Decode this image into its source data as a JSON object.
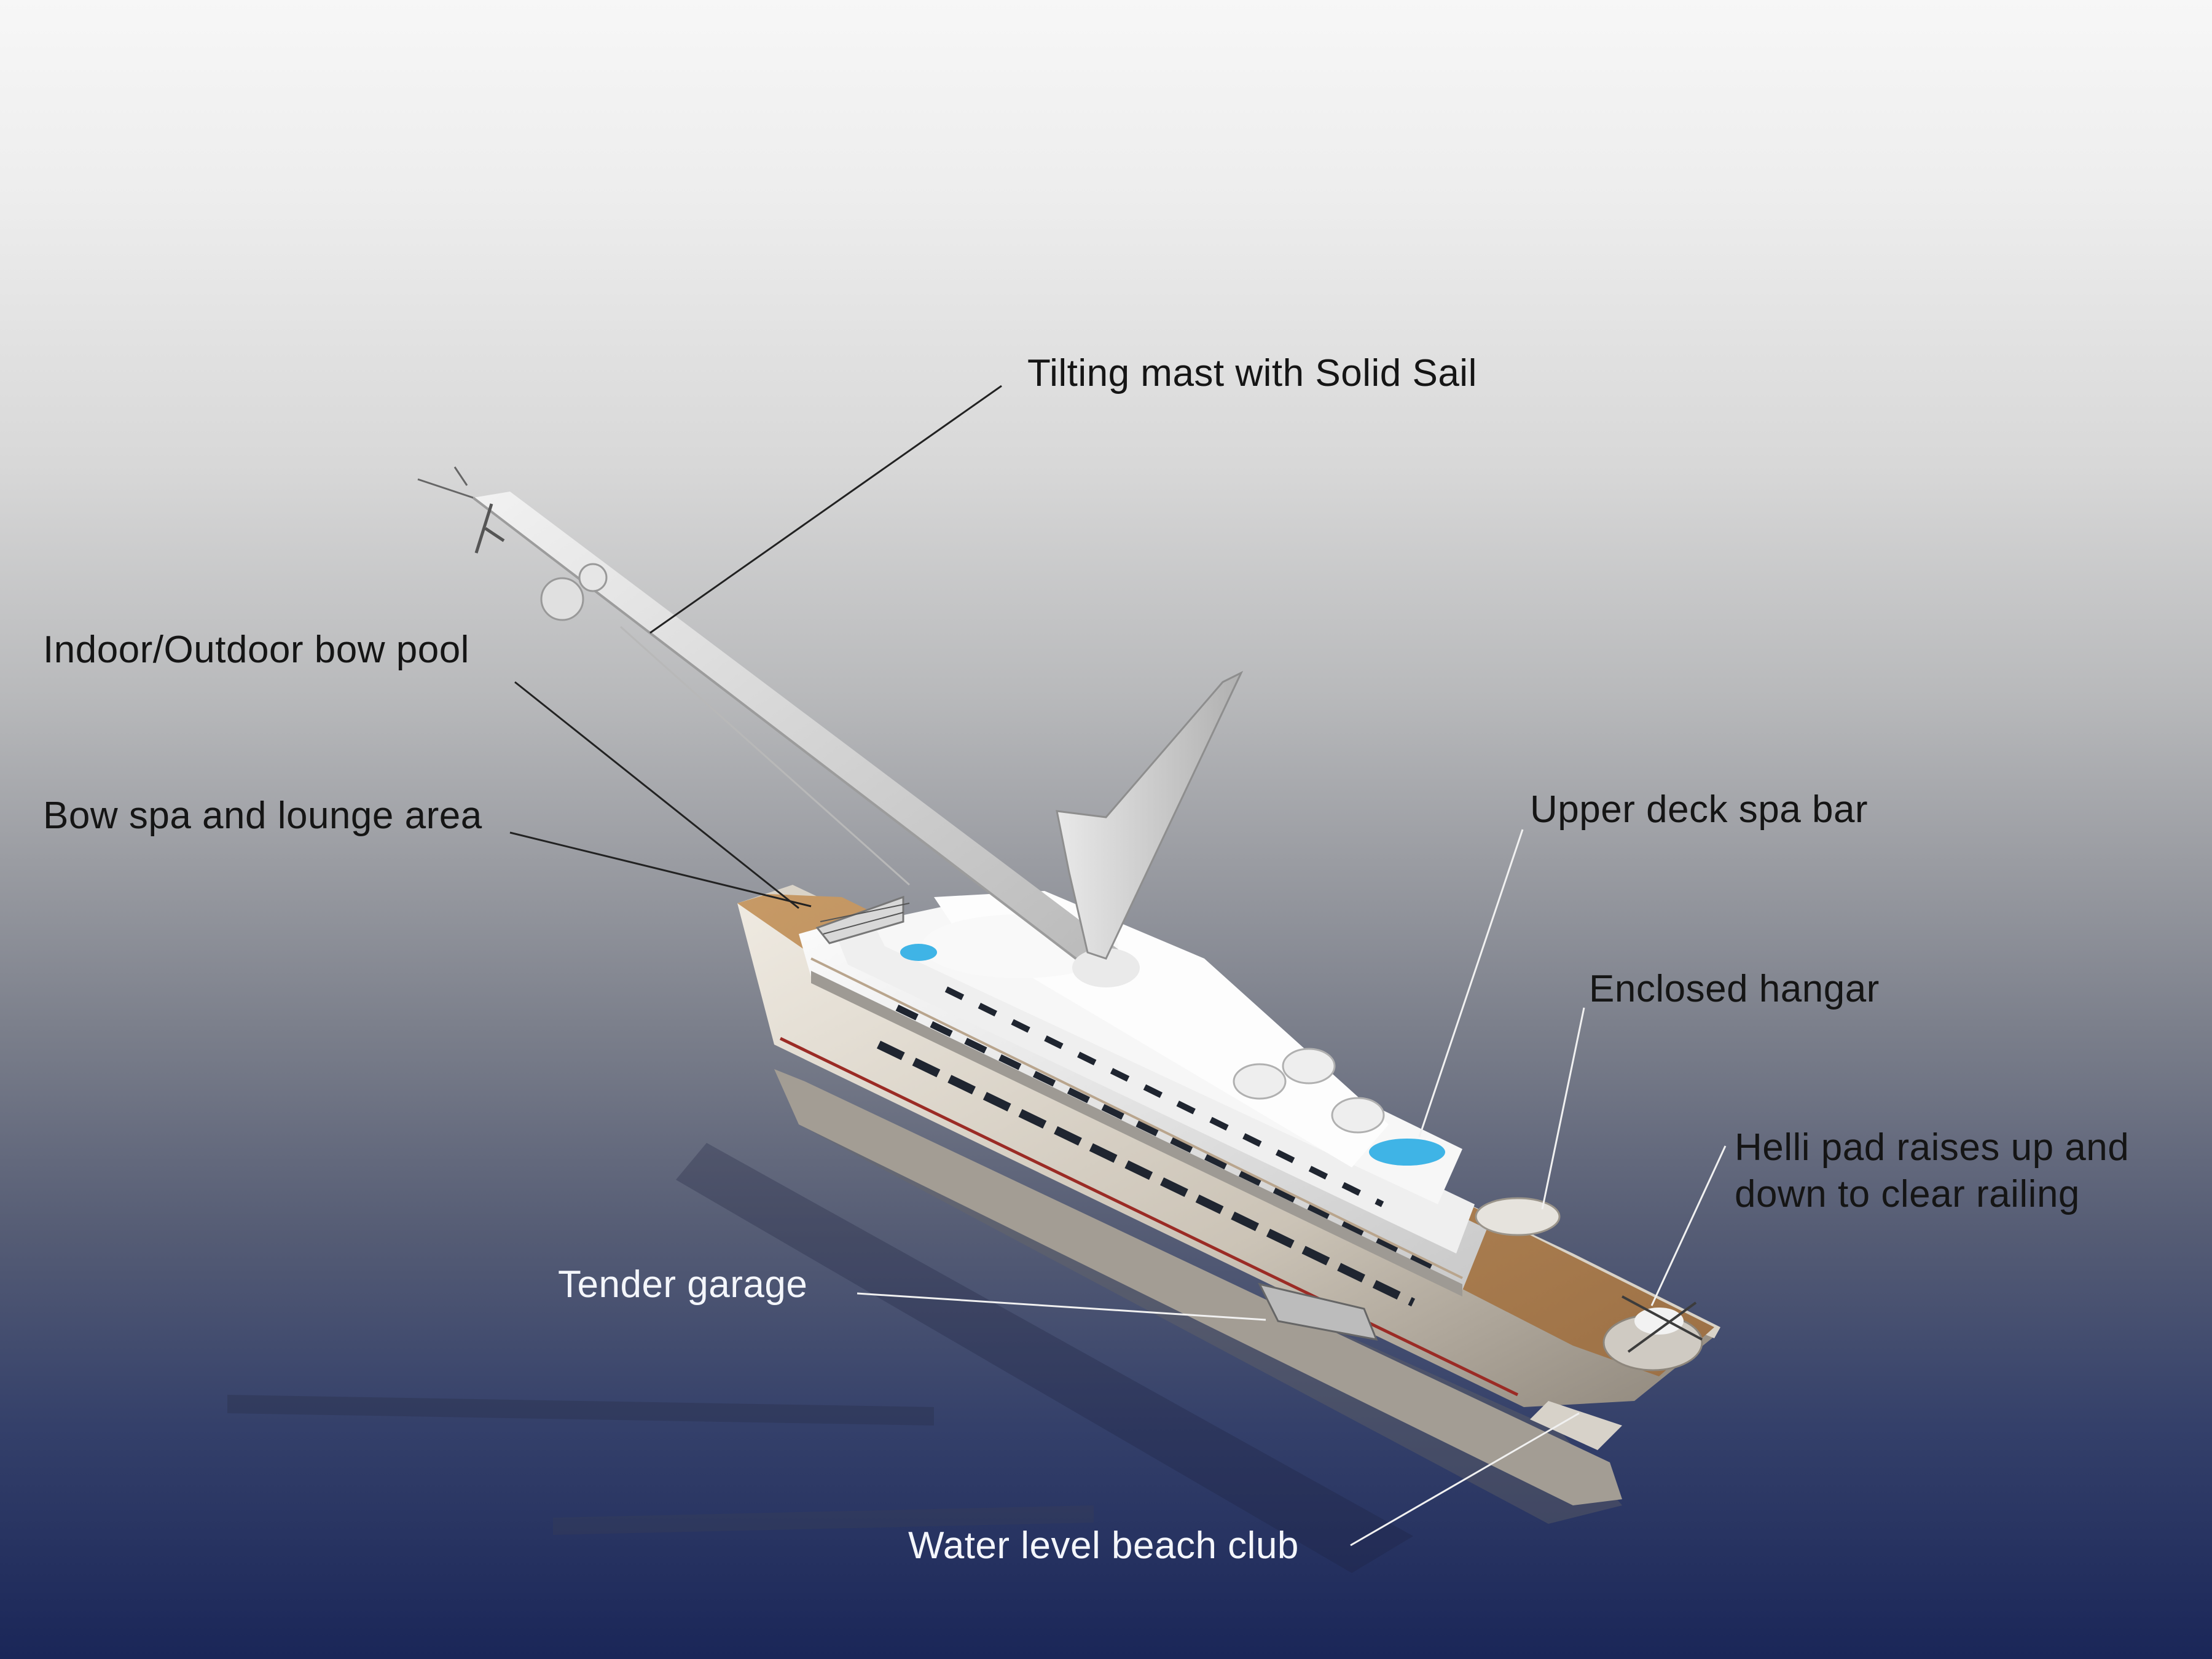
{
  "labels": {
    "mast": "Tilting mast with Solid Sail",
    "bow_pool": "Indoor/Outdoor bow pool",
    "bow_spa": "Bow spa and lounge area",
    "spa_bar": "Upper deck spa bar",
    "hangar": "Enclosed hangar",
    "helipad_line1": "Helli pad raises up and",
    "helipad_line2": "down to clear railing",
    "tender": "Tender garage",
    "beach_club": "Water level beach club"
  },
  "colors": {
    "background_top": "#f7f7f7",
    "background_bottom": "#1a2658",
    "dark_text": "#151515",
    "light_text": "#f4f6fb",
    "deck_wood": "#b98a5a",
    "pool_water": "#3fb4e6"
  }
}
